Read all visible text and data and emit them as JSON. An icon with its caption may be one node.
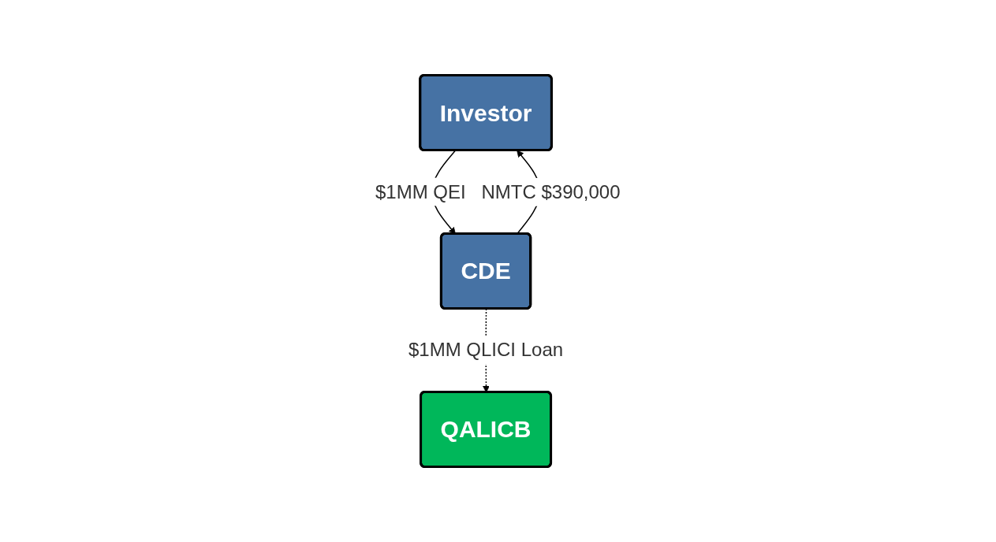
{
  "diagram": {
    "nodes": [
      {
        "text": [
          "Investor"
        ]
      },
      {
        "text": [
          "CDE"
        ]
      },
      {
        "text": [
          "QALICB"
        ]
      }
    ],
    "edges": [
      {
        "from": 0,
        "to": 1,
        "arrow": "to",
        "label": "$1MM QEI"
      },
      {
        "from": 1,
        "to": 0,
        "arrow": "to",
        "label": "NMTC $390,000"
      },
      {
        "from": 1,
        "to": 2,
        "arrow": "to",
        "label": "$1MM QLICI Loan",
        "style": "dashed"
      }
    ]
  }
}
